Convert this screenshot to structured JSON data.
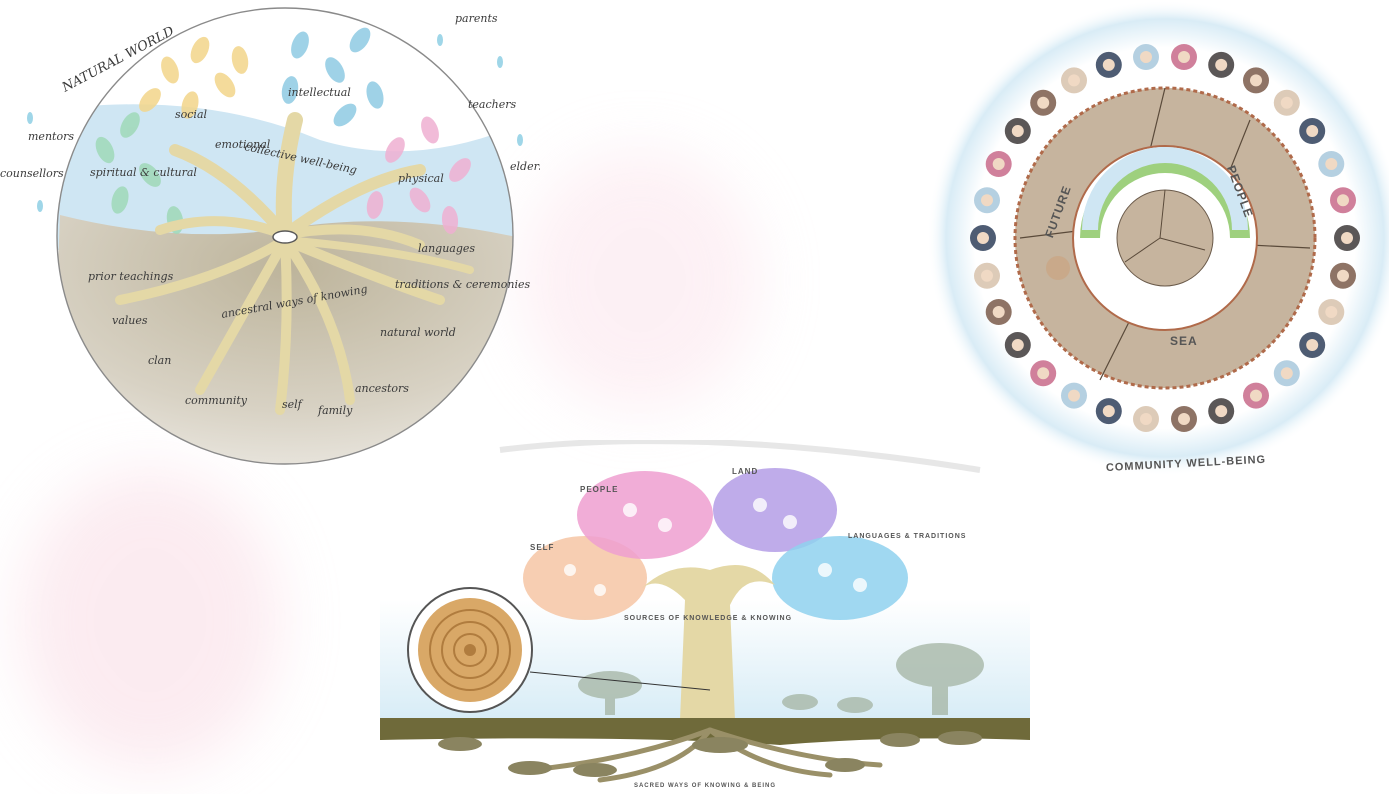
{
  "panels": {
    "left_circle": {
      "arc_title": "NATURAL WORLD",
      "outer_labels": [
        "parents",
        "teachers",
        "elders",
        "mentors",
        "counsellors"
      ],
      "canopy_labels": [
        "social",
        "intellectual",
        "emotional",
        "physical",
        "spiritual & cultural"
      ],
      "trunk_label": "collective well-being",
      "ground_labels": [
        "languages",
        "traditions & ceremonies",
        "natural world",
        "ancestors",
        "family",
        "self",
        "community",
        "clan",
        "values",
        "prior teachings"
      ],
      "root_band_label": "ancestral ways of knowing"
    },
    "right_circle": {
      "arc_label": "COMMUNITY WELL-BEING",
      "ring_labels": [
        "PEOPLE",
        "SEA",
        "FUTURE"
      ]
    },
    "bottom_tree": {
      "canopy_labels": [
        "PEOPLE",
        "LAND",
        "SELF",
        "LANGUAGES & TRADITIONS"
      ],
      "trunk_label": "SOURCES OF KNOWLEDGE & KNOWING",
      "footer": "SACRED WAYS OF KNOWING & BEING"
    }
  },
  "colors": {
    "sky": "#cfe6f3",
    "ground": "#c9c1ad",
    "trunk": "#e8dcae",
    "ring": "#b8a48c",
    "accent_pink": "#e27fb9",
    "accent_purple": "#9b86de",
    "accent_blue": "#7ec8e6",
    "accent_orange": "#f1a46a"
  }
}
